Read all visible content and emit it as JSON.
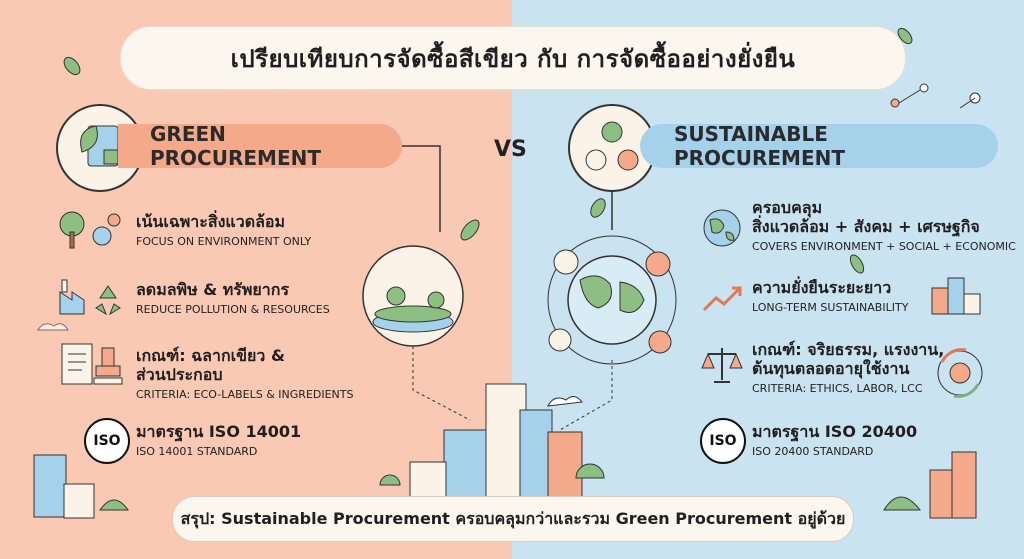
{
  "title": "เปรียบเทียบการจัดซื้อสีเขียว กับ การจัดซื้ออย่างยั่งยืน",
  "vs": "VS",
  "left": {
    "banner": "GREEN PROCUREMENT",
    "items": [
      {
        "th": "เน้นเฉพาะสิ่งแวดล้อม",
        "en": "FOCUS ON ENVIRONMENT ONLY"
      },
      {
        "th": "ลดมลพิษ & ทรัพยากร",
        "en": "REDUCE POLLUTION & RESOURCES"
      },
      {
        "th": "เกณฑ์: ฉลากเขียว &",
        "th2": "ส่วนประกอบ",
        "en": "CRITERIA: ECO-LABELS & INGREDIENTS"
      },
      {
        "th": "มาตรฐาน ISO 14001",
        "en": "ISO 14001 STANDARD"
      }
    ]
  },
  "right": {
    "banner": "SUSTAINABLE PROCUREMENT",
    "items": [
      {
        "th": "ครอบคลุม",
        "th2": "สิ่งแวดล้อม + สังคม + เศรษฐกิจ",
        "en": "COVERS ENVIRONMENT + SOCIAL + ECONOMIC"
      },
      {
        "th": "ความยั่งยืนระยะยาว",
        "en": "LONG-TERM SUSTAINABILITY"
      },
      {
        "th": "เกณฑ์: จริยธรรม, แรงงาน,",
        "th2": "ต้นทุนตลอดอายุใช้งาน",
        "en": "CRITERIA: ETHICS, LABOR, LCC"
      },
      {
        "th": "มาตรฐาน ISO 20400",
        "en": "ISO 20400 STANDARD"
      }
    ]
  },
  "iso_label": "ISO",
  "summary": "สรุป: Sustainable Procurement ครอบคลุมกว่าและรวม Green Procurement อยู่ด้วย",
  "colors": {
    "left_bg": "#f9c9b3",
    "right_bg": "#c9e3f1",
    "left_accent": "#f4a98a",
    "right_accent": "#a6d1eb",
    "green": "#7fb07a"
  }
}
